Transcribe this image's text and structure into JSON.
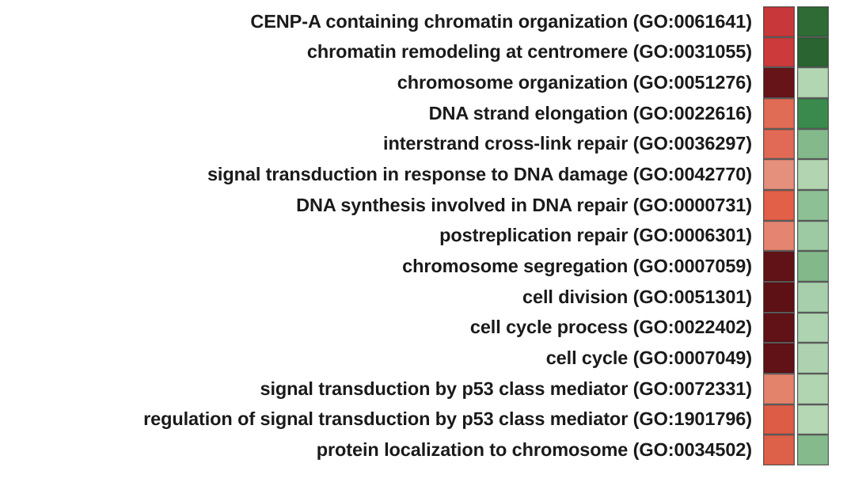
{
  "figure": {
    "type": "heatmap",
    "description": "Gene Ontology biological process enrichment heatmap with two unlabeled score columns (red column and green column)",
    "row_count": 15,
    "column_count": 2,
    "background_color": "#ffffff",
    "label_text_color": "#1a1a1a",
    "cell_border_color": "#5a5a5a"
  },
  "chart_data": {
    "type": "heatmap",
    "title": "",
    "xlabel": "",
    "ylabel": "",
    "grid": false,
    "legend": "none",
    "columns": [
      "column-1-red",
      "column-2-green"
    ],
    "categories": [
      "CENP-A containing chromatin organization (GO:0061641)",
      "chromatin remodeling at centromere (GO:0031055)",
      "chromosome organization (GO:0051276)",
      "DNA strand elongation (GO:0022616)",
      "interstrand cross-link repair (GO:0036297)",
      "signal transduction in response to DNA damage (GO:0042770)",
      "DNA synthesis involved in DNA repair (GO:0000731)",
      "postreplication repair (GO:0006301)",
      "chromosome segregation (GO:0007059)",
      "cell division (GO:0051301)",
      "cell cycle process (GO:0022402)",
      "cell cycle (GO:0007049)",
      "signal transduction by p53 class mediator (GO:0072331)",
      "regulation of signal transduction by p53 class mediator (GO:1901796)",
      "protein localization to chromosome (GO:0034502)"
    ],
    "cell_colors": [
      [
        "#c8383a",
        "#2e6b35"
      ],
      [
        "#cc3a3c",
        "#2a6531"
      ],
      [
        "#661417",
        "#b3d6b2"
      ],
      [
        "#e06c55",
        "#3a8a4e"
      ],
      [
        "#e06a55",
        "#84b98c"
      ],
      [
        "#e5907c",
        "#b2d4b0"
      ],
      [
        "#e25f48",
        "#8dc095"
      ],
      [
        "#e58571",
        "#9ecaa3"
      ],
      [
        "#611216",
        "#82b88a"
      ],
      [
        "#5e1115",
        "#a8cfac"
      ],
      [
        "#601216",
        "#aed3b1"
      ],
      [
        "#601216",
        "#aed2b0"
      ],
      [
        "#e3836c",
        "#b2d5b1"
      ],
      [
        "#dd5c46",
        "#b5d7b4"
      ],
      [
        "#dd6048",
        "#85ba8d"
      ]
    ]
  },
  "rows": [
    {
      "label": "CENP-A containing chromatin organization (GO:0061641)"
    },
    {
      "label": "chromatin remodeling at centromere (GO:0031055)"
    },
    {
      "label": "chromosome organization (GO:0051276)"
    },
    {
      "label": "DNA strand elongation (GO:0022616)"
    },
    {
      "label": "interstrand cross-link repair (GO:0036297)"
    },
    {
      "label": "signal transduction in response to DNA damage (GO:0042770)"
    },
    {
      "label": "DNA synthesis involved in DNA repair (GO:0000731)"
    },
    {
      "label": "postreplication repair (GO:0006301)"
    },
    {
      "label": "chromosome segregation (GO:0007059)"
    },
    {
      "label": "cell division (GO:0051301)"
    },
    {
      "label": "cell cycle process (GO:0022402)"
    },
    {
      "label": "cell cycle (GO:0007049)"
    },
    {
      "label": "signal transduction by p53 class mediator (GO:0072331)"
    },
    {
      "label": "regulation of signal transduction by p53 class mediator (GO:1901796)"
    },
    {
      "label": "protein localization to chromosome (GO:0034502)"
    }
  ]
}
